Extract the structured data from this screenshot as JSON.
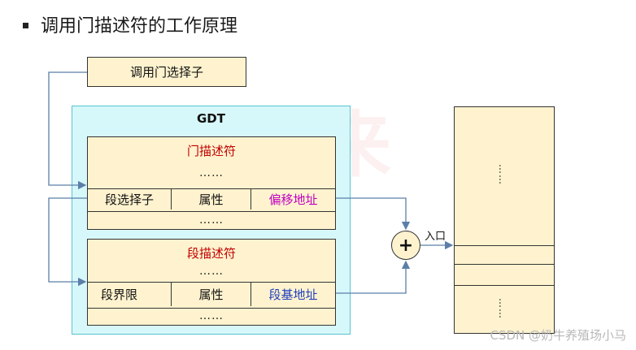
{
  "title": "调用门描述符的工作原理",
  "selector_box": {
    "label": "调用门选择子"
  },
  "gdt": {
    "label": "GDT",
    "call_gate_descriptor": {
      "title": "门描述符",
      "ellipsis": "……",
      "fields": [
        "段选择子",
        "属性",
        "偏移地址"
      ],
      "ellipsis_bottom": "……"
    },
    "segment_descriptor": {
      "title": "段描述符",
      "ellipsis": "……",
      "fields": [
        "段界限",
        "属性",
        "段基地址"
      ],
      "ellipsis_bottom": "……"
    }
  },
  "adder": {
    "symbol": "+"
  },
  "entry_label": "入口",
  "memory": {
    "ellipsis_top": "……",
    "ellipsis_bottom": "……"
  },
  "watermark": "秋夜未来",
  "footer": "CSDN @奶牛养殖场小马",
  "colors": {
    "title_red": "#c00000",
    "offset_magenta": "#c000c0",
    "base_blue": "#1f3fbf",
    "box_fill": "#fff3cf",
    "gdt_fill": "#d7f8fb",
    "arrow": "#5b7fa8"
  }
}
